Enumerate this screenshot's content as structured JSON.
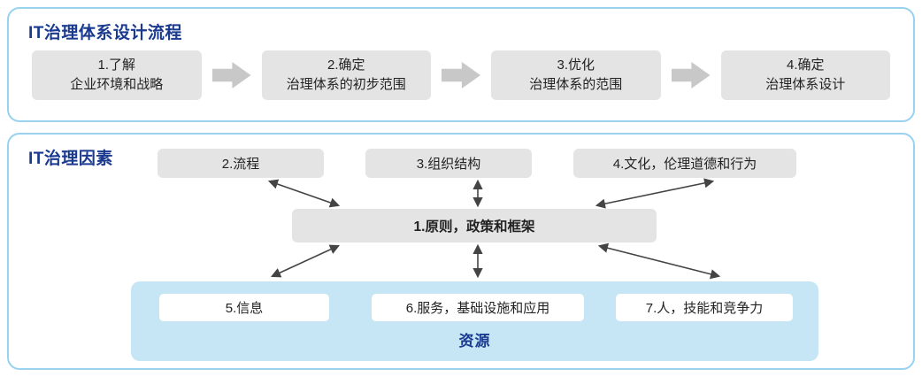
{
  "process_panel": {
    "title": "IT治理体系设计流程",
    "steps": [
      {
        "line1": "1.了解",
        "line2": "企业环境和战略"
      },
      {
        "line1": "2.确定",
        "line2": "治理体系的初步范围"
      },
      {
        "line1": "3.优化",
        "line2": "治理体系的范围"
      },
      {
        "line1": "4.确定",
        "line2": "治理体系设计"
      }
    ]
  },
  "factors_panel": {
    "title": "IT治理因素",
    "center_factor": "1.原则，政策和框架",
    "top_factors": [
      "2.流程",
      "3.组织结构",
      "4.文化，伦理道德和行为"
    ],
    "resource_factors": [
      "5.信息",
      "6.服务，基础设施和应用",
      "7.人，技能和竞争力"
    ],
    "resource_label": "资源"
  },
  "colors": {
    "navy": "#1a3a8f",
    "panel_border": "#98d2ee",
    "box_gray": "#e4e4e4",
    "block_arrow": "#c8c8c8",
    "resource_bg": "#c6e6f6",
    "arrow": "#444444"
  }
}
